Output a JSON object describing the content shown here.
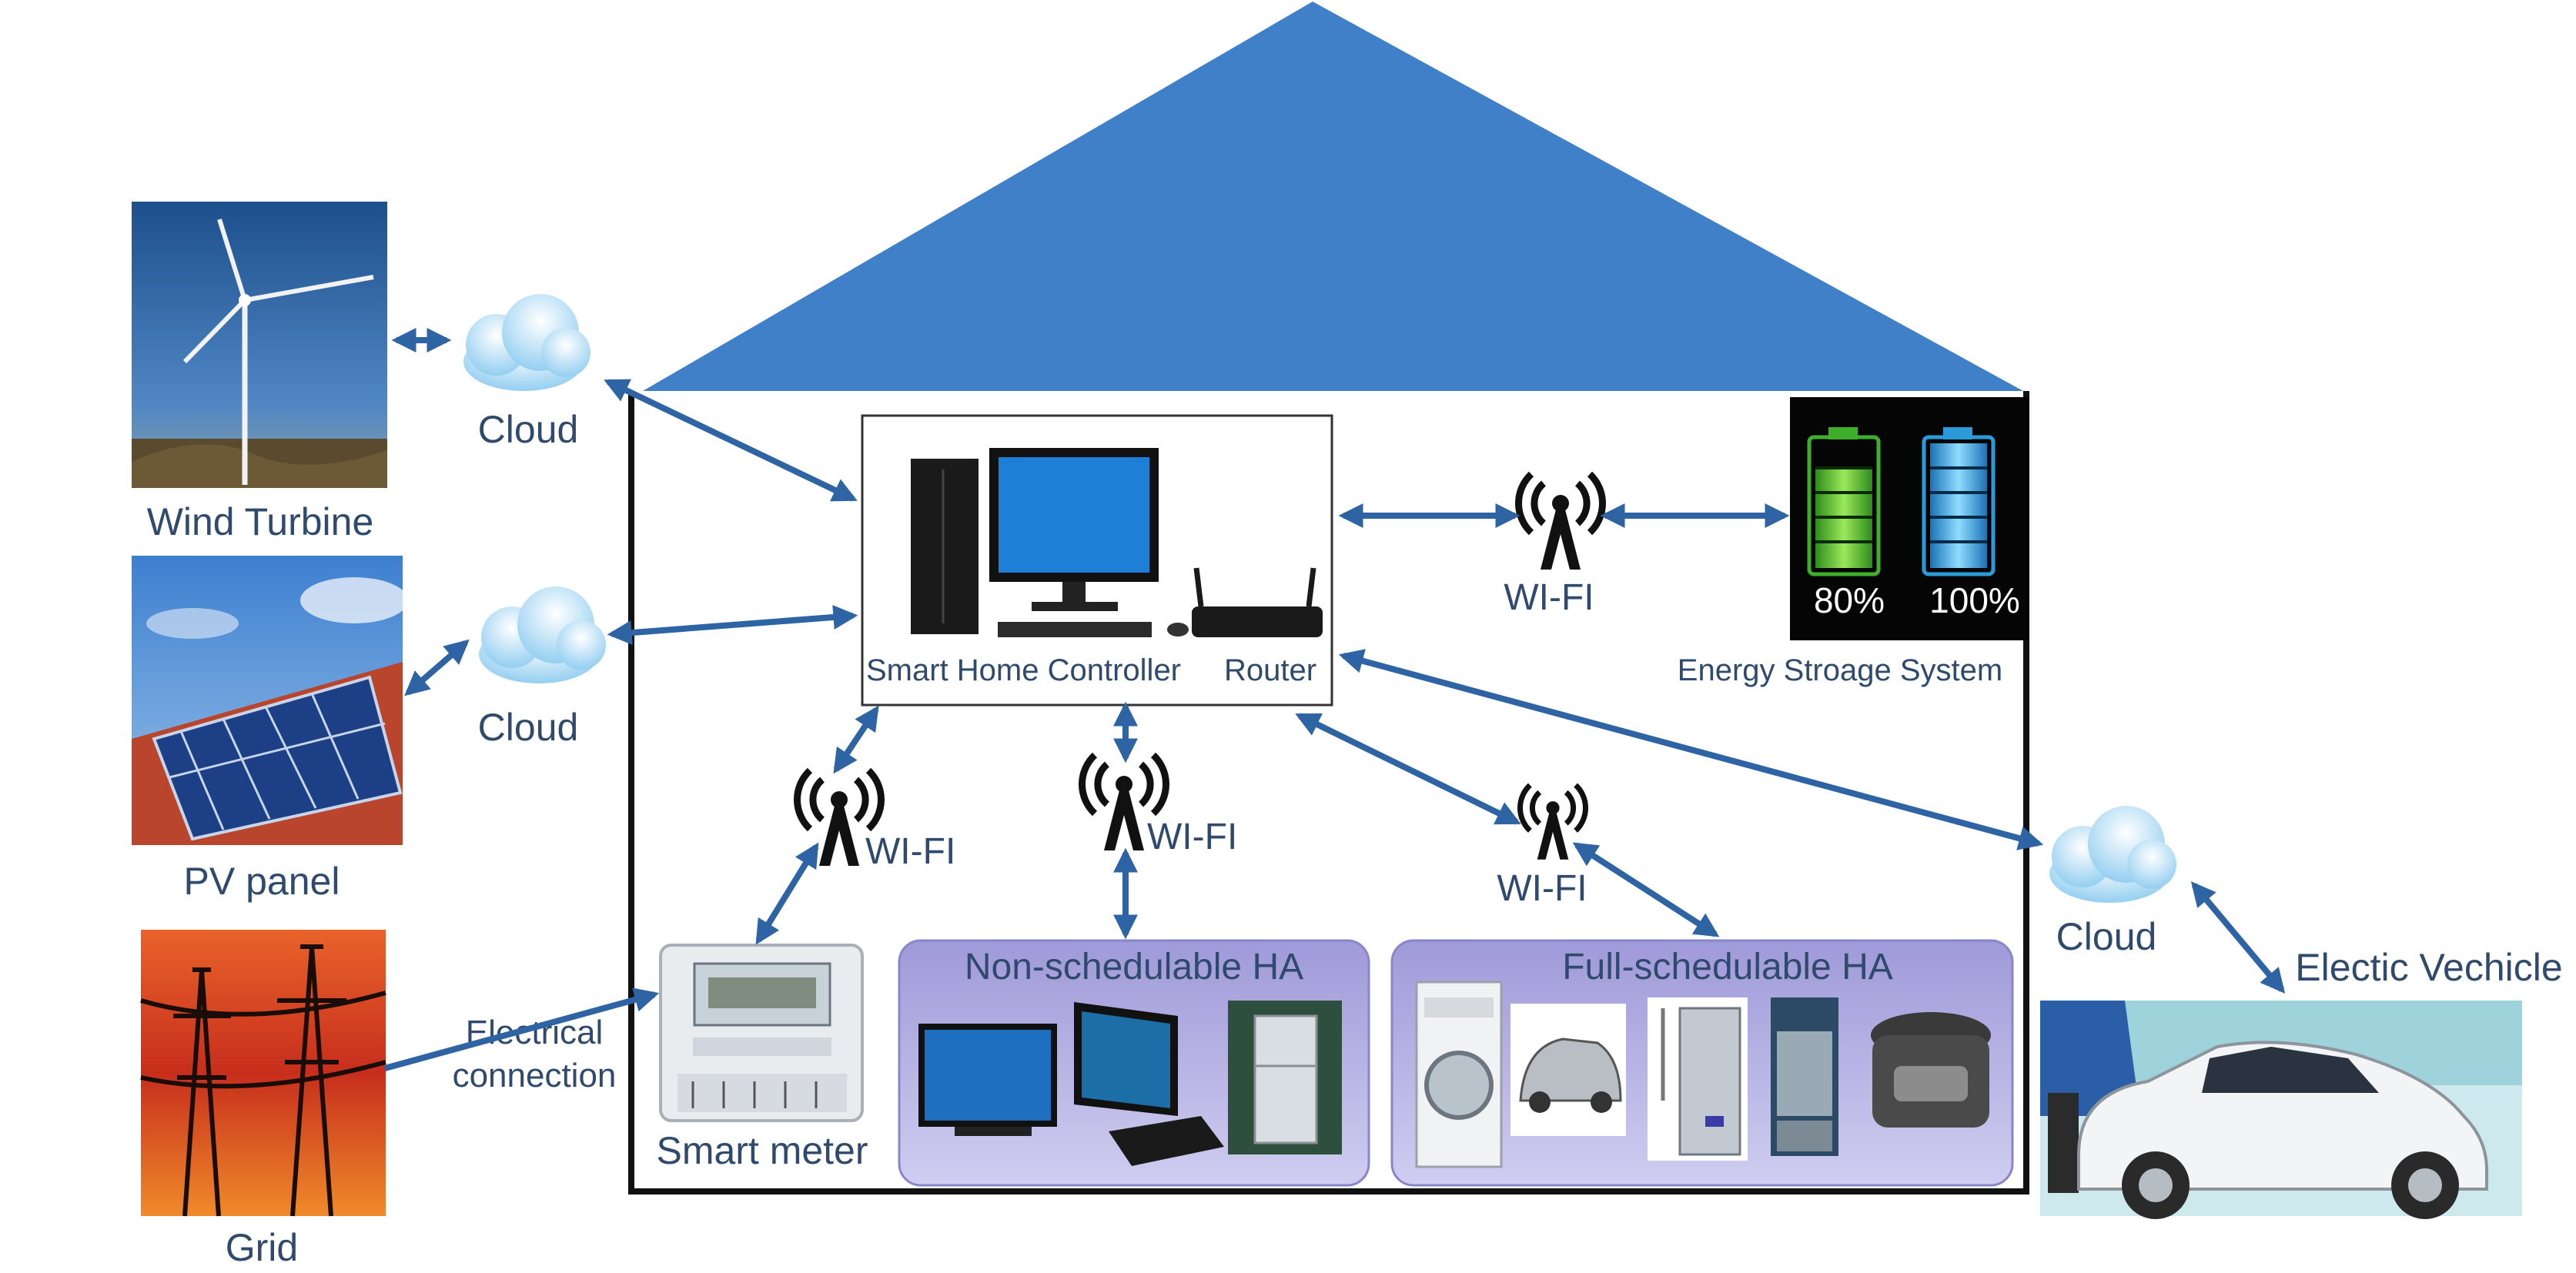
{
  "sources": {
    "wind": "Wind Turbine",
    "pv": "PV panel",
    "grid": "Grid",
    "electrical": [
      "Electrical",
      "connection"
    ]
  },
  "clouds": {
    "wind": "Cloud",
    "pv": "Cloud",
    "ev": "Cloud"
  },
  "controller": {
    "label": "Smart Home Controller",
    "router": "Router"
  },
  "wifi": {
    "storage": "WI-FI",
    "meter": "WI-FI",
    "nonsched": "WI-FI",
    "fullsched": "WI-FI"
  },
  "storage": {
    "label": "Energy Stroage System",
    "battery_green": "80%",
    "battery_blue": "100%",
    "battery_green_level": 0.8,
    "battery_blue_level": 1.0
  },
  "meter": {
    "label": "Smart meter"
  },
  "groups": {
    "nonsched": "Non-schedulable HA",
    "fullsched": "Full-schedulable HA"
  },
  "ev": {
    "label": "Electic Vechicle"
  },
  "colors": {
    "roof": "#3f80c9",
    "arrow": "#2e64a3",
    "wall": "#111111",
    "group_fill": "#a9a6df",
    "label_text": "#2f4a6c"
  }
}
